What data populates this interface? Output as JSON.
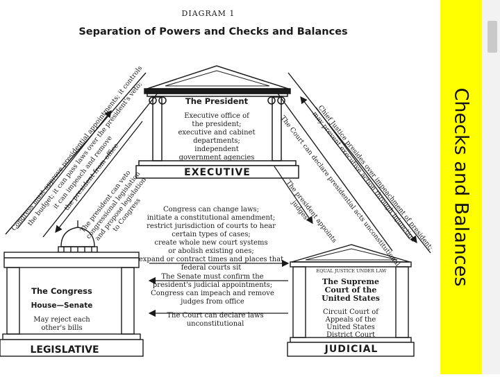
{
  "header": {
    "diagram_label": "DIAGRAM 1",
    "title": "Separation of Powers and Checks and Balances"
  },
  "slide": {
    "sidebar_title": "Checks and Balances"
  },
  "colors": {
    "sidebar": "#ffff00",
    "ink": "#1a1a1a",
    "paper": "#ffffff"
  },
  "executive": {
    "heading": "The President",
    "body": [
      "Executive office of",
      "the president;",
      "executive and cabinet",
      "departments;",
      "independent",
      "government agencies"
    ],
    "base_label": "EXECUTIVE"
  },
  "legislative": {
    "heading": "The Congress",
    "subheading": "House—Senate",
    "note": [
      "May reject each",
      "other's bills"
    ],
    "base_label": "LEGISLATIVE"
  },
  "judicial": {
    "frieze": "EQUAL JUSTICE UNDER LAW",
    "heading": [
      "The Supreme",
      "Court of the",
      "United States"
    ],
    "body": [
      "Circuit Court of",
      "Appeals of the",
      "United States",
      "District Court"
    ],
    "base_label": "JUDICIAL"
  },
  "checks": {
    "leg_over_exec": [
      "Congress must approve presidential appointments; it controls",
      "the budget; it can pass laws over the president's veto;",
      "it can impeach and remove",
      "the president from office"
    ],
    "exec_over_leg": [
      "The president can veto",
      "congressional legislation",
      "and propose legislation",
      "to Congress"
    ],
    "jud_over_exec": [
      "The Court can declare presidential acts unconstitutional"
    ],
    "chief_justice": [
      "Chief Justice presides over impeachment of president;",
      "may prevent executive action through injunction"
    ],
    "exec_over_jud": [
      "The president appoints",
      "judges"
    ],
    "leg_over_jud": [
      "Congress can change laws;",
      "initiate a constitutional amendment;",
      "restrict jurisdiction of courts to hear",
      "certain types of cases;",
      "create whole new court systems",
      "or abolish existing ones;",
      "expand or contract times and places that",
      "federal courts sit"
    ],
    "senate_confirm": [
      "The Senate must confirm the",
      "president's judicial appointments;",
      "Congress can impeach and remove",
      "judges from office"
    ],
    "court_laws": [
      "The Court can declare laws",
      "unconstitutional"
    ]
  }
}
